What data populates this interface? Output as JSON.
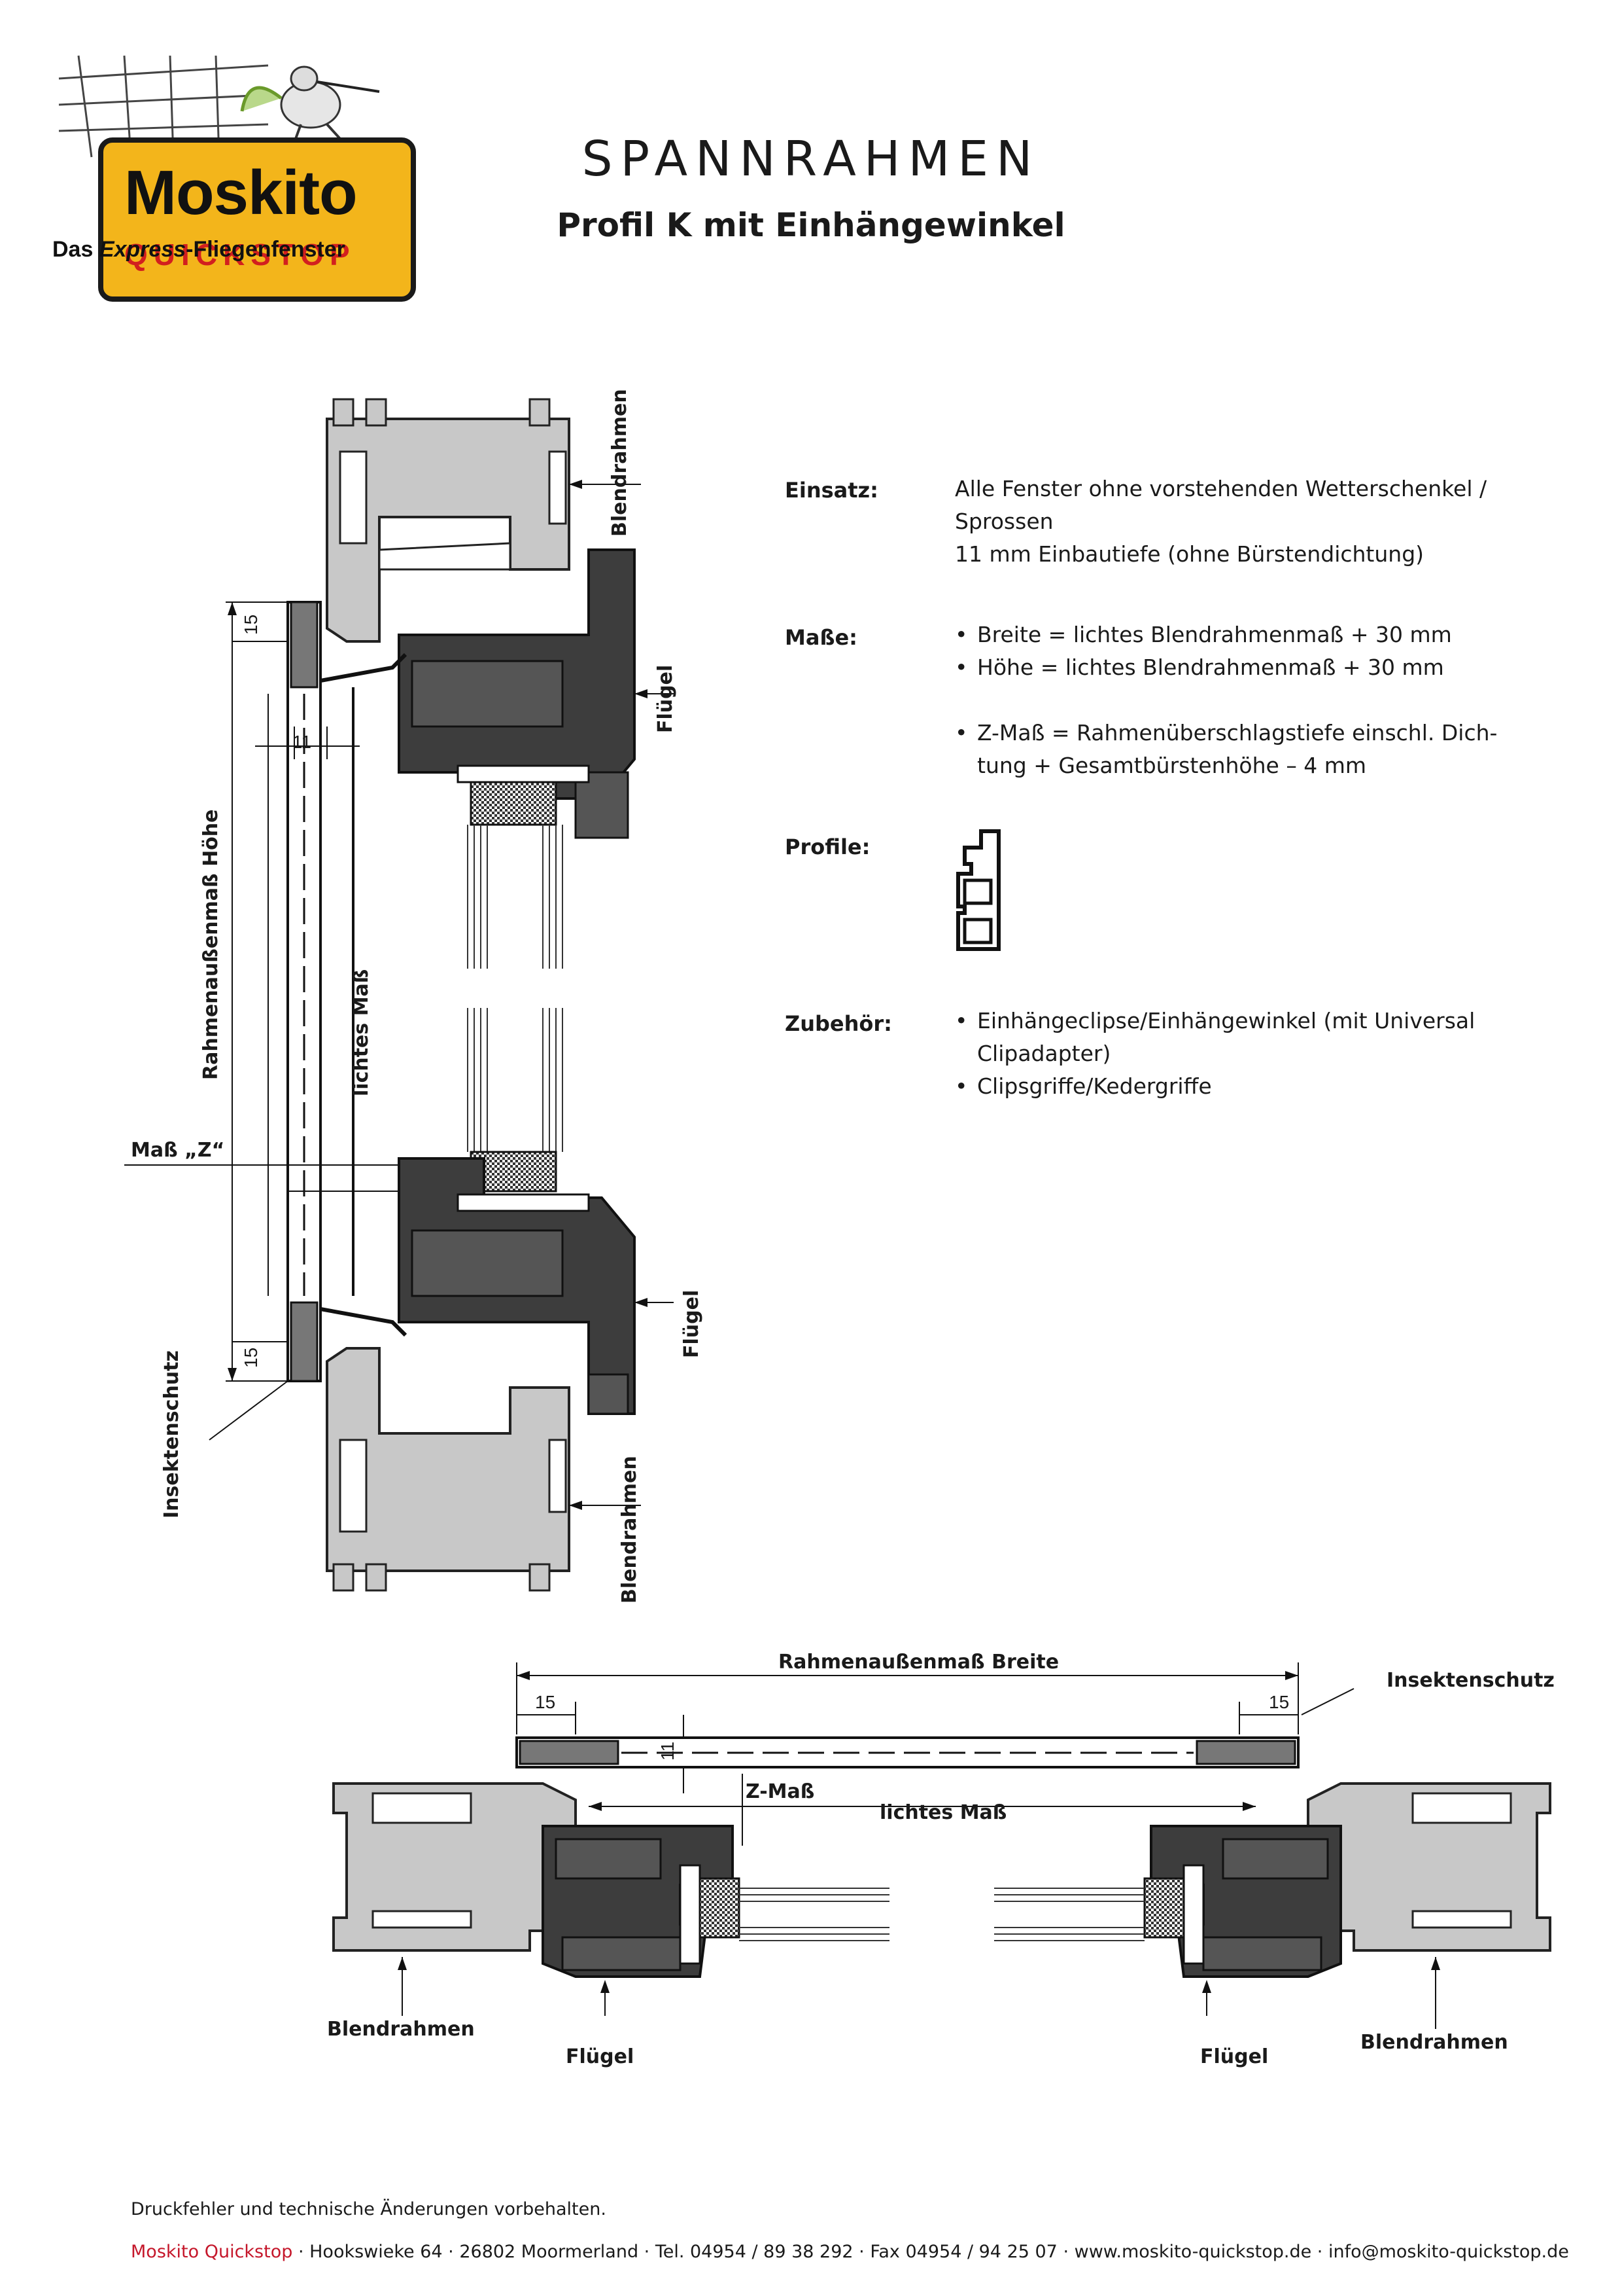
{
  "logo": {
    "word": "Moskito",
    "sub": "QUICKSTOP",
    "tagline_pre": "Das ",
    "tagline_em": "Express",
    "tagline_post": "-Fliegenfenster"
  },
  "header": {
    "title": "SPANNRAHMEN",
    "subtitle": "Profil K mit Einhängewinkel"
  },
  "specs": {
    "einsatz_label": "Einsatz:",
    "einsatz_line1": "Alle Fenster ohne vorstehenden Wetterschenkel / Sprossen",
    "einsatz_line2": "11 mm Einbautiefe (ohne Bürstendichtung)",
    "masse_label": "Maße:",
    "masse_items": [
      "Breite = lichtes Blendrahmenmaß + 30 mm",
      "Höhe = lichtes Blendrahmenmaß + 30 mm"
    ],
    "zmass_line1": "Z-Maß = Rahmenüberschlagstiefe einschl. Dich-",
    "zmass_line2": "tung + Gesamtbürstenhöhe – 4 mm",
    "profile_label": "Profile:",
    "zubehoer_label": "Zubehör:",
    "zubehoer_items": [
      "Einhängeclipse/Einhängewinkel (mit Universal",
      "Clipadapter)",
      "Clipsgriffe/Kedergriffe"
    ]
  },
  "vertical_drawing": {
    "blendrahmen_top": "Blendrahmen",
    "fluegel_top": "Flügel",
    "fluegel_bottom": "Flügel",
    "blendrahmen_bottom": "Blendrahmen",
    "rahmenaussenmass_hoehe": "Rahmenaußenmaß Höhe",
    "lichtes_mass": "lichtes Maß",
    "mass_z": "Maß „Z“",
    "insektenschutz": "Insektenschutz",
    "dim_15_top": "15",
    "dim_15_bottom": "15",
    "dim_11": "11"
  },
  "horizontal_drawing": {
    "rahmenaussenmass_breite": "Rahmenaußenmaß Breite",
    "insektenschutz": "Insektenschutz",
    "dim_15_left": "15",
    "dim_15_right": "15",
    "dim_11": "11",
    "z_mass": "Z-Maß",
    "lichtes_mass": "lichtes Maß",
    "blendrahmen_left": "Blendrahmen",
    "blendrahmen_right": "Blendrahmen",
    "fluegel_left": "Flügel",
    "fluegel_right": "Flügel"
  },
  "footer": {
    "note": "Druckfehler und technische Änderungen vorbehalten.",
    "brand": "Moskito Quickstop",
    "contact": " · Hookswieke 64 · 26802 Moormerland · Tel. 04954 / 89 38 292 · Fax 04954 / 94 25 07 · www.moskito-quickstop.de · info@moskito-quickstop.de"
  },
  "colors": {
    "brand_yellow": "#f3b51b",
    "brand_red": "#d21f1f",
    "frame_grey": "#c8c8c8",
    "sash_dark": "#3d3d3d"
  }
}
